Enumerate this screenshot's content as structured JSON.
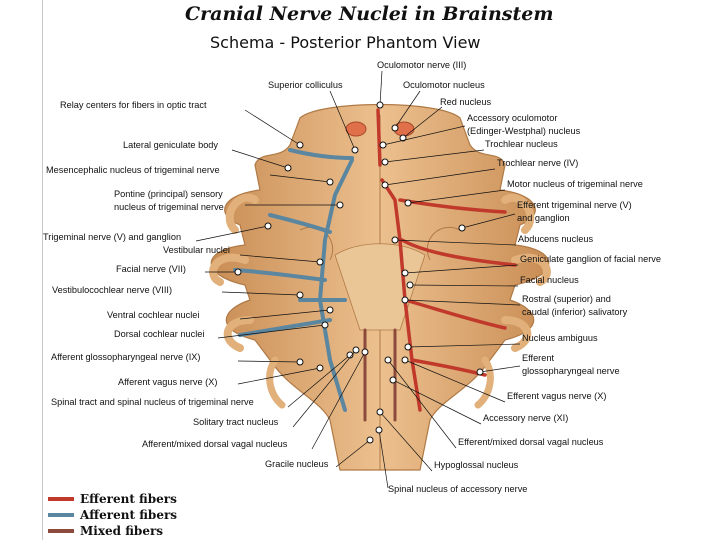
{
  "header": {
    "title": "Cranial Nerve Nuclei in Brainstem",
    "subtitle": "Schema - Posterior Phantom View"
  },
  "labels": {
    "left": [
      "Superior colliculus",
      "Relay centers for fibers in optic tract",
      "Lateral geniculate body",
      "Mesencephalic nucleus of trigeminal nerve",
      "Pontine (principal) sensory",
      "nucleus of trigeminal nerve",
      "Trigeminal nerve (V) and ganglion",
      "Vestibular nuclei",
      "Facial nerve (VII)",
      "Vestibulocochlear nerve (VIII)",
      "Ventral cochlear nuclei",
      "Dorsal cochlear nuclei",
      "Afferent glossopharyngeal nerve (IX)",
      "Afferent vagus nerve (X)",
      "Spinal tract and spinal nucleus of trigeminal nerve",
      "Solitary tract nucleus",
      "Afferent/mixed dorsal vagal nucleus",
      "Gracile nucleus"
    ],
    "right": [
      "Oculomotor nerve (III)",
      "Oculomotor nucleus",
      "Red nucleus",
      "Accessory oculomotor",
      "(Edinger-Westphal) nucleus",
      "Trochlear nucleus",
      "Trochlear nerve (IV)",
      "Motor nucleus of trigeminal nerve",
      "Efferent trigeminal nerve (V)",
      "and ganglion",
      "Abducens nucleus",
      "Geniculate ganglion of facial nerve",
      "Facial nucleus",
      "Rostral (superior) and",
      "caudal (inferior) salivatory",
      "Nucleus ambiguus",
      "Efferent",
      "glossopharyngeal nerve",
      "Efferent vagus nerve (X)",
      "Accessory nerve (XI)",
      "Efferent/mixed dorsal vagal nucleus",
      "Hypoglossal nucleus",
      "Spinal nucleus of accessory nerve"
    ]
  },
  "legend": [
    {
      "label": "Efferent fibers",
      "color": "#c0392b"
    },
    {
      "label": "Afferent fibers",
      "color": "#5b86a0"
    },
    {
      "label": "Mixed fibers",
      "color": "#8b4a3c"
    }
  ],
  "colors": {
    "brainstem": "#e2b07a",
    "brainstem_dark": "#c98d55",
    "efferent": "#c0392b",
    "afferent": "#5b86a0",
    "mixed": "#8b4a3c"
  }
}
